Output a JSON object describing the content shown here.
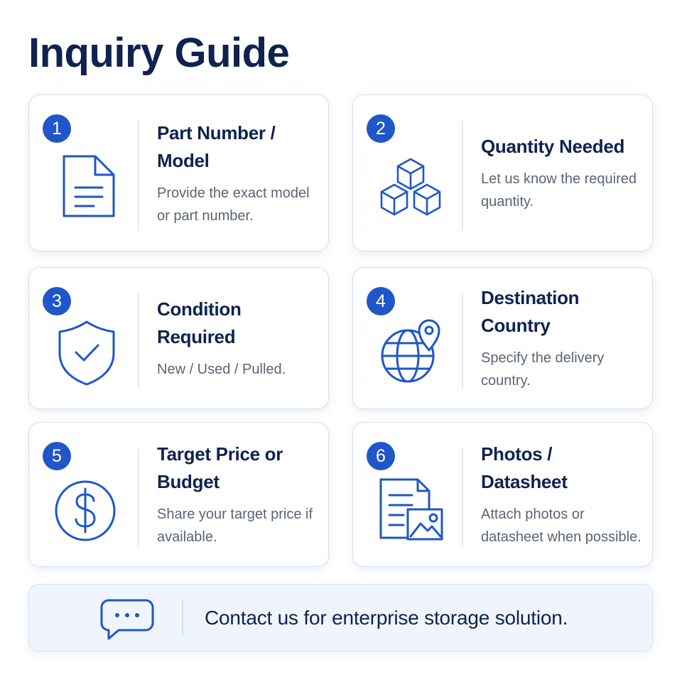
{
  "page": {
    "title": "Inquiry Guide"
  },
  "colors": {
    "accent": "#1f56c9",
    "heading": "#0f2250",
    "body_text": "#5b6474",
    "card_border": "#d4e0f6",
    "footer_background": "#f0f5fd"
  },
  "steps": [
    {
      "number": "1",
      "icon": "document-icon",
      "title": "Part Number / Model",
      "description": "Provide the exact model or part number."
    },
    {
      "number": "2",
      "icon": "boxes-icon",
      "title": "Quantity Needed",
      "description": "Let us know the required quantity."
    },
    {
      "number": "3",
      "icon": "shield-check-icon",
      "title": "Condition Required",
      "description": "New / Used / Pulled."
    },
    {
      "number": "4",
      "icon": "globe-location-icon",
      "title": "Destination Country",
      "description": "Specify the delivery country."
    },
    {
      "number": "5",
      "icon": "dollar-icon",
      "title": "Target Price or Budget",
      "description": "Share your target price if available."
    },
    {
      "number": "6",
      "icon": "document-image-icon",
      "title": "Photos / Datasheet",
      "description": "Attach photos or datasheet when possible."
    }
  ],
  "footer": {
    "icon": "chat-bubble-icon",
    "text": "Contact us for enterprise storage solution."
  }
}
